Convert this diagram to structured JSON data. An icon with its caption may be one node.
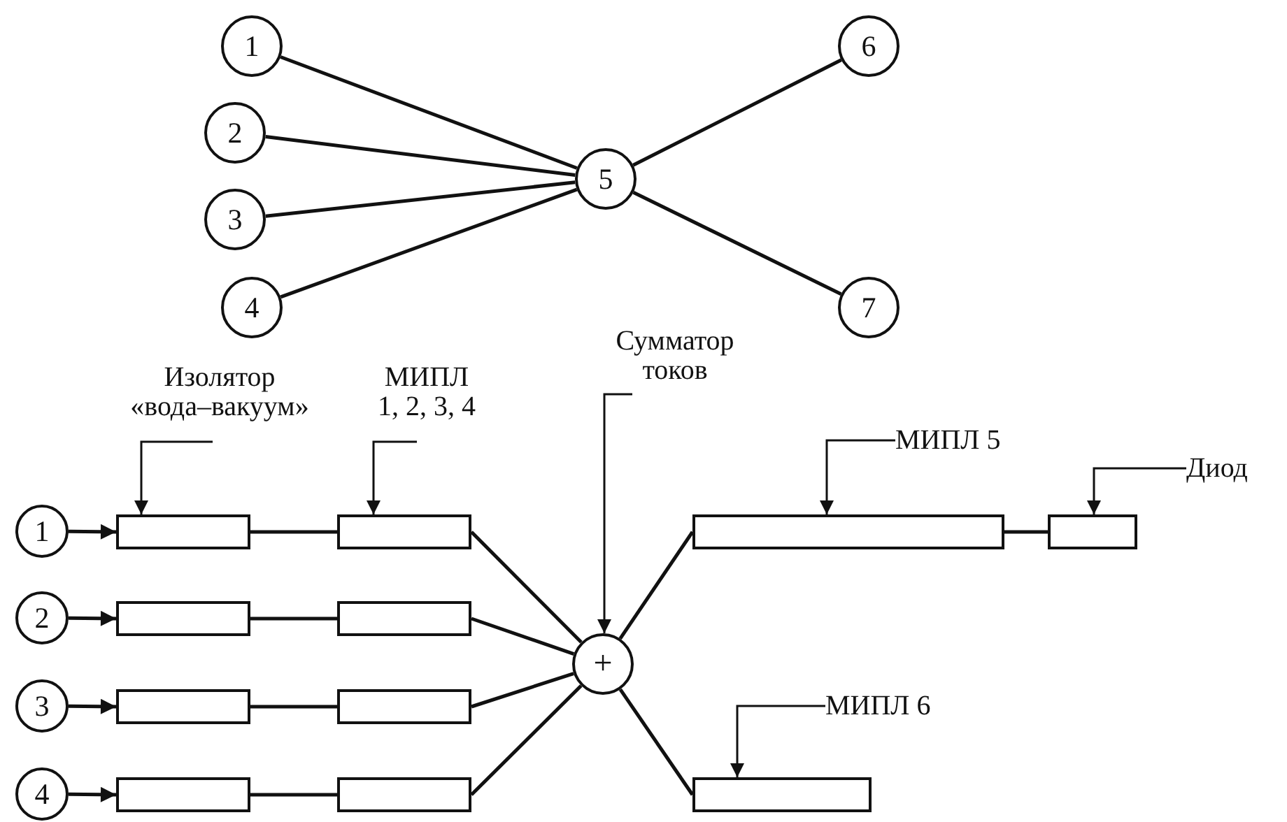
{
  "diagram": {
    "nodes": [
      {
        "text": [
          "1"
        ]
      },
      {
        "text": [
          "2"
        ]
      },
      {
        "text": [
          "3"
        ]
      },
      {
        "text": [
          "4"
        ]
      },
      {
        "text": [
          "5"
        ]
      },
      {
        "text": [
          "6"
        ]
      },
      {
        "text": [
          "7"
        ]
      },
      {
        "text": [
          "Изолятор «вода–вакуум»"
        ]
      },
      {
        "text": [
          "МИПЛ 1, 2, 3, 4"
        ]
      },
      {
        "text": [
          "Сумматор токов"
        ]
      },
      {
        "text": [
          "МИПЛ 5"
        ]
      },
      {
        "text": [
          "Диод"
        ]
      },
      {
        "text": [
          "МИПЛ 6"
        ]
      },
      {
        "text": [
          "1"
        ]
      },
      {
        "text": [
          "2"
        ]
      },
      {
        "text": [
          "3"
        ]
      },
      {
        "text": [
          "4"
        ]
      },
      {
        "text": [],
        "shape": "box"
      },
      {
        "text": [],
        "shape": "box"
      },
      {
        "text": [],
        "shape": "box"
      },
      {
        "text": [],
        "shape": "box"
      },
      {
        "text": [],
        "shape": "box"
      },
      {
        "text": [],
        "shape": "box"
      },
      {
        "text": [],
        "shape": "box"
      },
      {
        "text": [],
        "shape": "box"
      },
      {
        "text": [
          "+"
        ]
      },
      {
        "text": [],
        "shape": "box"
      },
      {
        "text": [],
        "shape": "box"
      },
      {
        "text": [],
        "shape": "box"
      }
    ],
    "edges": [
      {
        "from": 0,
        "to": 4,
        "arrow": "none"
      },
      {
        "from": 1,
        "to": 4,
        "arrow": "none"
      },
      {
        "from": 2,
        "to": 4,
        "arrow": "none"
      },
      {
        "from": 3,
        "to": 4,
        "arrow": "none"
      },
      {
        "from": 4,
        "to": 5,
        "arrow": "none"
      },
      {
        "from": 4,
        "to": 6,
        "arrow": "none"
      },
      {
        "from": 7,
        "to": 17,
        "arrow": "to"
      },
      {
        "from": 8,
        "to": 21,
        "arrow": "to"
      },
      {
        "from": 9,
        "to": 25,
        "arrow": "to"
      },
      {
        "from": 10,
        "to": 26,
        "arrow": "to"
      },
      {
        "from": 11,
        "to": 27,
        "arrow": "to"
      },
      {
        "from": 12,
        "to": 28,
        "arrow": "to"
      },
      {
        "from": 13,
        "to": 17,
        "arrow": "to"
      },
      {
        "from": 14,
        "to": 18,
        "arrow": "to"
      },
      {
        "from": 15,
        "to": 19,
        "arrow": "to"
      },
      {
        "from": 16,
        "to": 20,
        "arrow": "to"
      },
      {
        "from": 17,
        "to": 21,
        "arrow": "none"
      },
      {
        "from": 18,
        "to": 22,
        "arrow": "none"
      },
      {
        "from": 19,
        "to": 23,
        "arrow": "none"
      },
      {
        "from": 20,
        "to": 24,
        "arrow": "none"
      },
      {
        "from": 21,
        "to": 25,
        "arrow": "none"
      },
      {
        "from": 22,
        "to": 25,
        "arrow": "none"
      },
      {
        "from": 23,
        "to": 25,
        "arrow": "none"
      },
      {
        "from": 24,
        "to": 25,
        "arrow": "none"
      },
      {
        "from": 25,
        "to": 26,
        "arrow": "none"
      },
      {
        "from": 26,
        "to": 27,
        "arrow": "none"
      },
      {
        "from": 25,
        "to": 28,
        "arrow": "none"
      }
    ]
  }
}
